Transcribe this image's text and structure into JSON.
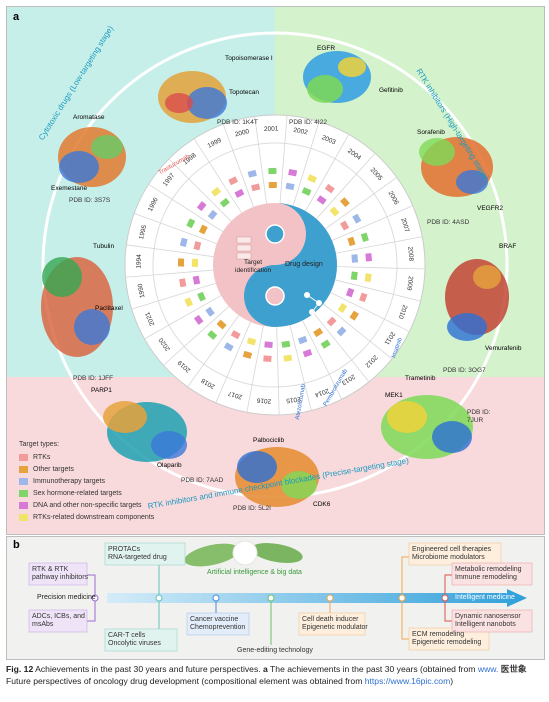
{
  "panel_a": {
    "label": "a",
    "segments": {
      "top_left": "Cytotoxic drugs (Low-targeting stage)",
      "top_right": "RTK inhibitors (High-targeting stage)",
      "bottom": "RTK inhibitors and immune checkpoint blockades (Precise-targeting stage)"
    },
    "center": {
      "target": "Target identification",
      "drug": "Drug design"
    },
    "years": [
      "2000",
      "2001",
      "2002",
      "2003",
      "2004",
      "2005",
      "2006",
      "2007",
      "2008",
      "2009",
      "2010",
      "2011",
      "2012",
      "2013",
      "2014",
      "2015",
      "2016",
      "2017",
      "2018",
      "2019",
      "2020",
      "2021",
      "1990",
      "1994",
      "1995",
      "1996",
      "1997",
      "1998",
      "1999"
    ],
    "drug_labels": [
      "Trastuzumab",
      "Imatinib",
      "Pembrolizumab",
      "Atezolizumab"
    ],
    "proteins": [
      {
        "name": "Topoisomerase I",
        "drug": "Topotecan",
        "pdb": "PDB ID: 1K4T"
      },
      {
        "name": "EGFR",
        "drug": "Gefitinib",
        "pdb": "PDB ID: 4I22"
      },
      {
        "name": "Aromatase",
        "drug": "Exemestane",
        "pdb": "PDB ID: 3S7S"
      },
      {
        "name": "Sorafenib",
        "drug": "VEGFR2",
        "pdb": "PDB ID: 4ASD"
      },
      {
        "name": "Tubulin",
        "drug": "Paclitaxel",
        "pdb": "PDB ID: 1JFF"
      },
      {
        "name": "BRAF",
        "drug": "Vemurafenib",
        "pdb": "PDB ID: 3OG7"
      },
      {
        "name": "PARP1",
        "drug": "Olaparib",
        "pdb": "PDB ID: 7AAD"
      },
      {
        "name": "Trametinib",
        "drug": "MEK1",
        "pdb": "PDB ID: 7JUR"
      },
      {
        "name": "Palbociclib",
        "drug": "CDK6",
        "pdb": "PDB ID: 5L2I"
      }
    ],
    "legend_title": "Target types:",
    "legend": [
      {
        "label": "RTKs",
        "color": "#f29b9b"
      },
      {
        "label": "Other targets",
        "color": "#e6a23c"
      },
      {
        "label": "Immunotherapy targets",
        "color": "#9db8e8"
      },
      {
        "label": "Sex hormone-related targets",
        "color": "#7fd46a"
      },
      {
        "label": "DNA and other non-specific targets",
        "color": "#d77ad6"
      },
      {
        "label": "RTKs-related downstream components",
        "color": "#f2e36a"
      }
    ]
  },
  "panel_b": {
    "label": "b",
    "center_top": "Artificial intelligence & big data",
    "axis_left": "Precision medicine",
    "axis_right": "Intelligent medicine",
    "items": {
      "protacs": "PROTACs\nRNA-targeted drug",
      "rtk": "RTK & RTK\npathway inhibitors",
      "adcs": "ADCs, ICBs, and\nmsAbs",
      "cart": "CAR-T cells\nOncolytic viruses",
      "cancer_vaccine": "Cancer vaccine\nChemoprevention",
      "gene_editing": "Gene-editing technology",
      "cell_death": "Cell death inducer\nEpigenetic modulator",
      "ecm": "ECM remodeling\nEpigenetic remodeling",
      "engineered": "Engineered cell therapies\nMicrobiome modulators",
      "metabolic": "Metabolic remodeling\nImmune remodeling",
      "dynamic": "Dynamic nanosensor\nIntelligent nanobots"
    }
  },
  "caption": {
    "fig": "Fig. 12",
    "text1": "Achievements in the past 30 years and future perspectives.",
    "a_bold": "a",
    "text2": "The achievements in the past 30 years (obtained from",
    "link1": "www.",
    "watermark": "医世象",
    "line2": "Future perspectives of oncology drug development (compositional element was obtained from",
    "link2": "https://www.16pic.com",
    "end": ")"
  },
  "colors": {
    "tl_bg": "#c7efea",
    "tr_bg": "#d4f2cc",
    "bottom_bg": "#f8d9dc",
    "yin_blue": "#3ea0cf",
    "yin_pink": "#f2c2c6",
    "axis": "#4ea9d9"
  }
}
